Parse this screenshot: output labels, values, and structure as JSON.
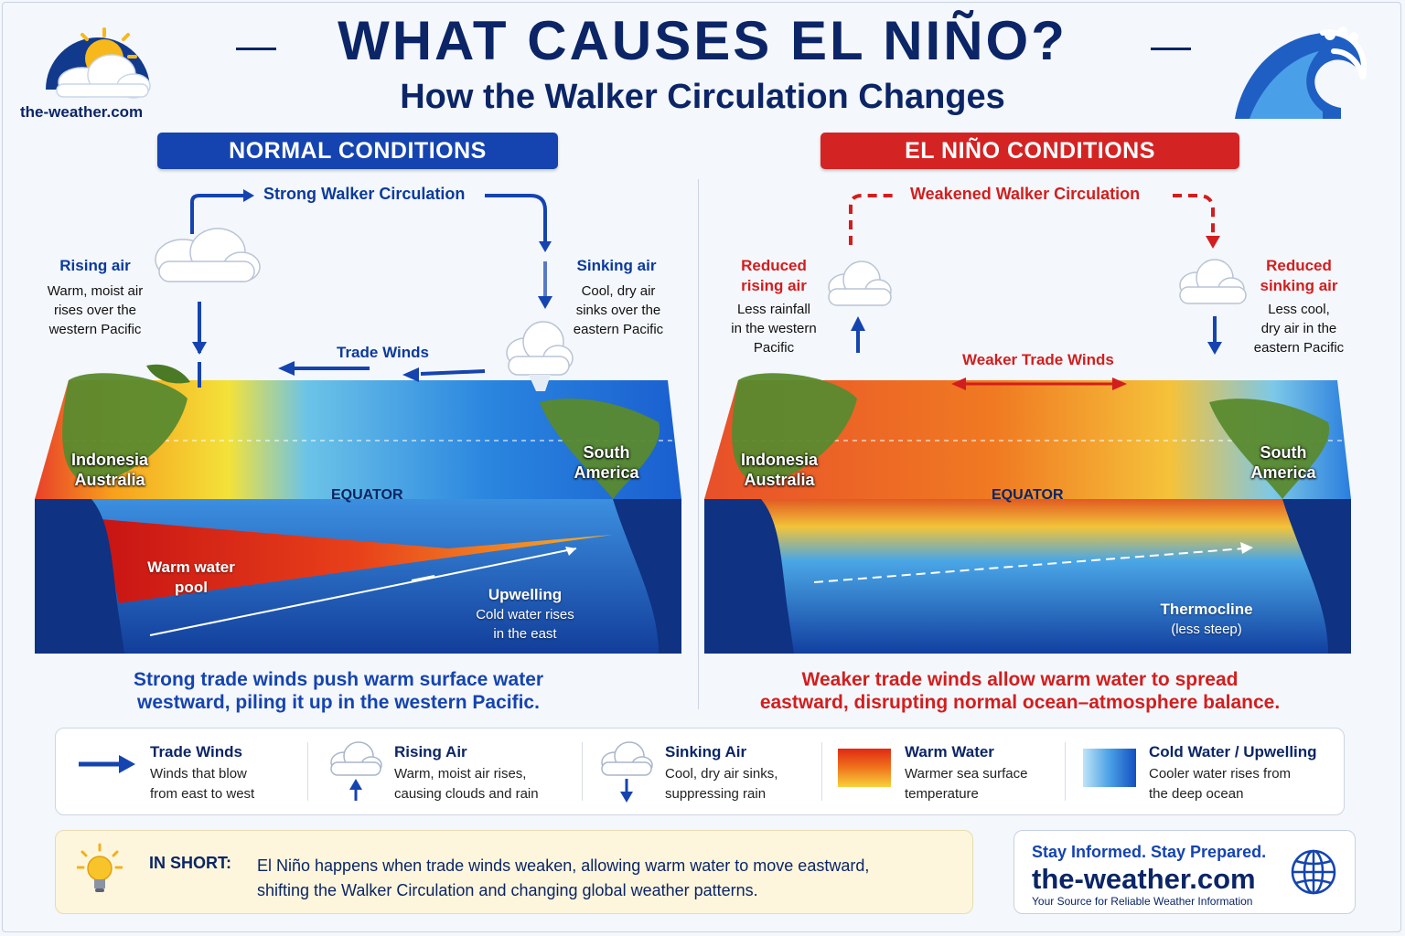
{
  "header": {
    "title": "WHAT CAUSES EL NIÑO?",
    "subtitle": "How the Walker Circulation Changes",
    "brand": "the-weather.com"
  },
  "normal": {
    "banner": "NORMAL CONDITIONS",
    "circulation": "Strong Walker Circulation",
    "rising_title": "Rising air",
    "rising_desc": [
      "Warm, moist air",
      "rises over the",
      "western Pacific"
    ],
    "sinking_title": "Sinking air",
    "sinking_desc": [
      "Cool, dry air",
      "sinks over the",
      "eastern Pacific"
    ],
    "trade_winds": "Trade Winds",
    "west_land": [
      "Indonesia",
      "Australia"
    ],
    "east_land": [
      "South",
      "America"
    ],
    "equator": "EQUATOR",
    "warm_pool": [
      "Warm water",
      "pool"
    ],
    "upwelling_title": "Upwelling",
    "upwelling_desc": [
      "Cold water rises",
      "in the east"
    ],
    "caption": [
      "Strong trade winds push warm surface water",
      "westward, piling it up in the western Pacific."
    ]
  },
  "elnino": {
    "banner": "EL NIÑO CONDITIONS",
    "circulation": "Weakened Walker Circulation",
    "rising_title": [
      "Reduced",
      "rising air"
    ],
    "rising_desc": [
      "Less rainfall",
      "in the western",
      "Pacific"
    ],
    "sinking_title": [
      "Reduced",
      "sinking air"
    ],
    "sinking_desc": [
      "Less cool,",
      "dry air in the",
      "eastern Pacific"
    ],
    "trade_winds": "Weaker Trade Winds",
    "west_land": [
      "Indonesia",
      "Australia"
    ],
    "east_land": [
      "South",
      "America"
    ],
    "equator": "EQUATOR",
    "thermocline_title": "Thermocline",
    "thermocline_desc": "(less steep)",
    "caption": [
      "Weaker trade winds allow warm water to spread",
      "eastward, disrupting normal ocean–atmosphere balance."
    ]
  },
  "legend": [
    {
      "title": "Trade Winds",
      "desc": [
        "Winds that blow",
        "from east to west"
      ],
      "icon": "arrow-right-icon"
    },
    {
      "title": "Rising Air",
      "desc": [
        "Warm, moist air rises,",
        "causing clouds and rain"
      ],
      "icon": "cloud-up-icon"
    },
    {
      "title": "Sinking Air",
      "desc": [
        "Cool, dry air sinks,",
        "suppressing rain"
      ],
      "icon": "cloud-down-icon"
    },
    {
      "title": "Warm Water",
      "desc": [
        "Warmer sea surface",
        "temperature"
      ],
      "icon": "warm-swatch-icon"
    },
    {
      "title": "Cold Water / Upwelling",
      "desc": [
        "Cooler water rises from",
        "the deep ocean"
      ],
      "icon": "cold-swatch-icon"
    }
  ],
  "short": {
    "label": "IN SHORT:",
    "text": [
      "El Niño happens when trade winds weaken, allowing warm water to move eastward,",
      "shifting the Walker Circulation and changing global weather patterns."
    ]
  },
  "promo": {
    "tagline": "Stay Informed. Stay Prepared.",
    "brand": "the-weather.com",
    "sub": "Your Source for Reliable Weather Information"
  },
  "colors": {
    "navy": "#0b2566",
    "blue": "#1544b0",
    "red": "#d21e1e"
  }
}
